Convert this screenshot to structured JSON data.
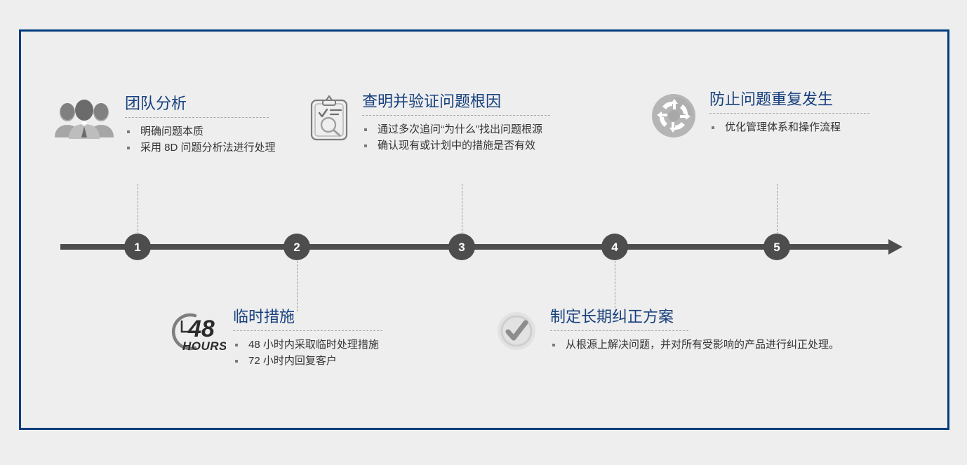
{
  "theme": {
    "background": "#eeeeee",
    "frame_border": "#003d7c",
    "title_color": "#17407e",
    "marker_color": "#4d4d4d",
    "axis_color": "#4d4d4d",
    "bullet_text_color": "#333333"
  },
  "timeline": {
    "markers": [
      "1",
      "2",
      "3",
      "4",
      "5"
    ]
  },
  "steps": [
    {
      "number": "1",
      "position": "top",
      "icon": "team-people-icon",
      "title": "团队分析",
      "bullets": [
        "明确问题本质",
        "采用 8D 问题分析法进行处理"
      ]
    },
    {
      "number": "2",
      "position": "bottom",
      "icon": "48-hours-clock-icon",
      "icon_text_primary": "48",
      "icon_text_secondary": "HOURS",
      "title": "临时措施",
      "bullets": [
        "48 小时内采取临时处理措施",
        "72 小时内回复客户"
      ]
    },
    {
      "number": "3",
      "position": "top",
      "icon": "clipboard-search-icon",
      "title": "查明并验证问题根因",
      "bullets": [
        "通过多次追问“为什么”找出问题根源",
        "确认现有或计划中的措施是否有效"
      ]
    },
    {
      "number": "4",
      "position": "bottom",
      "icon": "check-circle-icon",
      "title": "制定长期纠正方案",
      "bullets": [
        "从根源上解决问题，并对所有受影响的产品进行纠正处理。"
      ]
    },
    {
      "number": "5",
      "position": "top",
      "icon": "recycle-circle-icon",
      "title": "防止问题重复发生",
      "bullets": [
        "优化管理体系和操作流程"
      ]
    }
  ]
}
